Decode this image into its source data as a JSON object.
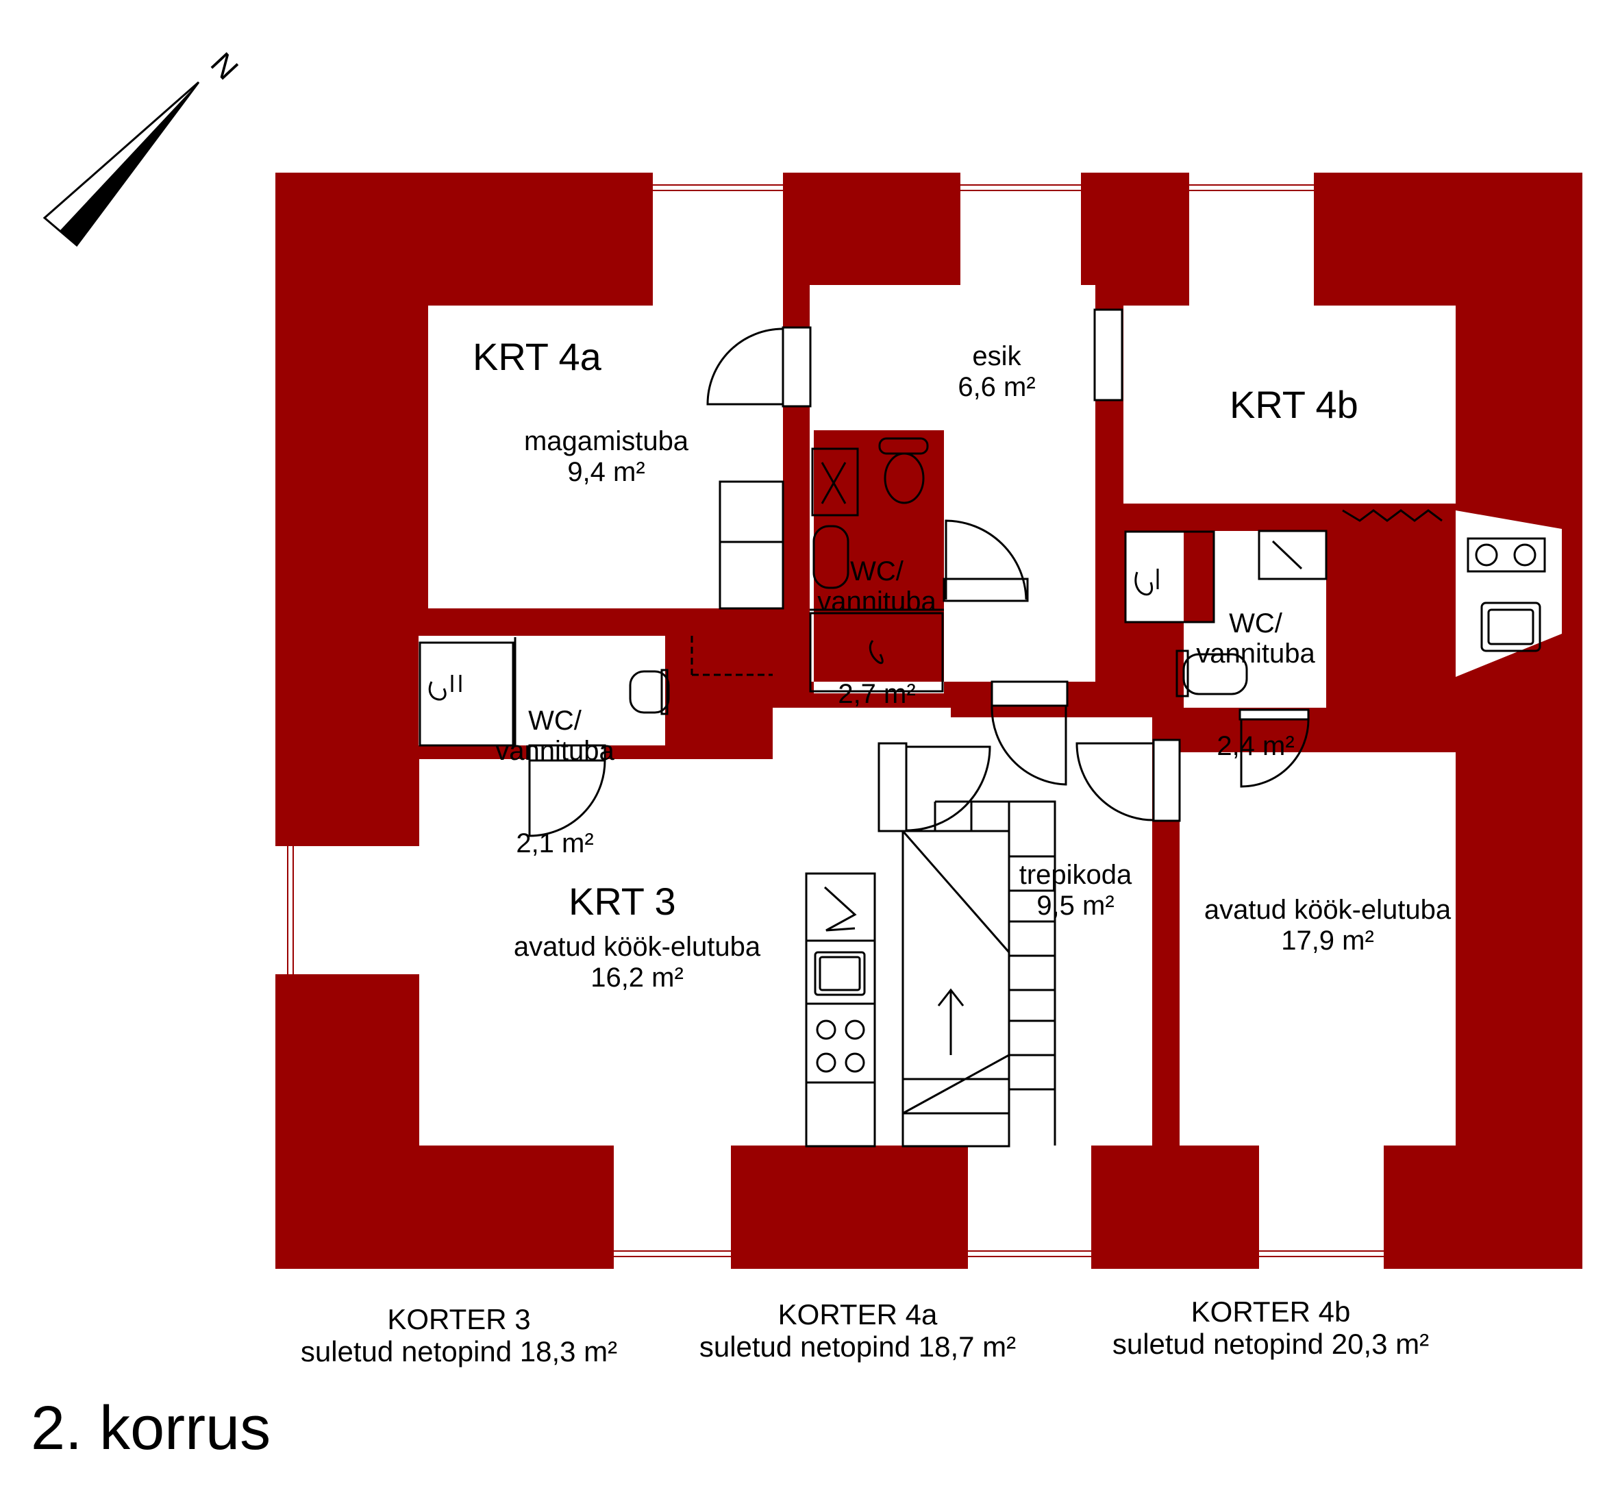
{
  "floor_title": "2. korrus",
  "north_label": "N",
  "colors": {
    "wall": "#990000",
    "line": "#000000",
    "background": "#ffffff"
  },
  "apartments": [
    {
      "label": "KRT 4a"
    },
    {
      "label": "KRT 4b"
    },
    {
      "label": "KRT 3"
    }
  ],
  "rooms": [
    {
      "name": "magamistuba",
      "area": "9,4 m²"
    },
    {
      "name": "esik",
      "area": "6,6 m²"
    },
    {
      "name": "WC/\nvannituba",
      "area": "2,7 m²"
    },
    {
      "name": "WC/\nvannituba",
      "area": "2,1 m²"
    },
    {
      "name": "WC/\nvannituba",
      "area": "2,4 m²"
    },
    {
      "name": "trepikoda",
      "area": "9,5 m²"
    },
    {
      "name": "avatud köök-elutuba",
      "area": "16,2 m²"
    },
    {
      "name": "avatud köök-elutuba",
      "area": "17,9 m²"
    }
  ],
  "summaries": [
    {
      "name": "KORTER 3",
      "text": "suletud netopind 18,3 m²"
    },
    {
      "name": "KORTER 4a",
      "text": "suletud netopind 18,7 m²"
    },
    {
      "name": "KORTER 4b",
      "text": "suletud netopind 20,3 m²"
    }
  ]
}
